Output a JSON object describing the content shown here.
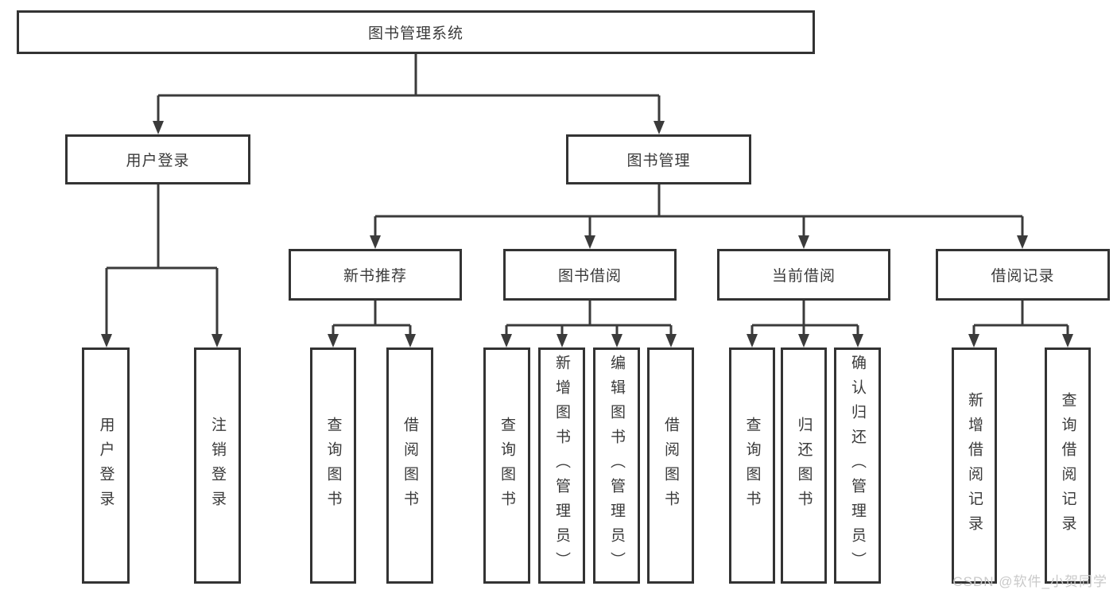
{
  "diagram": {
    "title_node": {
      "label": "图书管理系统"
    },
    "level1": [
      {
        "label": "用户登录"
      },
      {
        "label": "图书管理"
      }
    ],
    "level2": [
      {
        "label": "新书推荐"
      },
      {
        "label": "图书借阅"
      },
      {
        "label": "当前借阅"
      },
      {
        "label": "借阅记录"
      }
    ],
    "leaves": {
      "user_login": [
        "用户登录",
        "注销登录"
      ],
      "new_book": [
        "查询图书",
        "借阅图书"
      ],
      "book_borrow": [
        "查询图书",
        "新增图书（管理员）",
        "编辑图书（管理员）",
        "借阅图书"
      ],
      "current_borrow": [
        "查询图书",
        "归还图书",
        "确认归还（管理员）"
      ],
      "borrow_record": [
        "新增借阅记录",
        "查询借阅记录"
      ]
    }
  },
  "watermark": "CSDN @软件_小贺同学",
  "colors": {
    "line": "#3b3b3b",
    "border": "#333333",
    "text": "#3a3a3a",
    "watermark": "#c9c9c9"
  }
}
